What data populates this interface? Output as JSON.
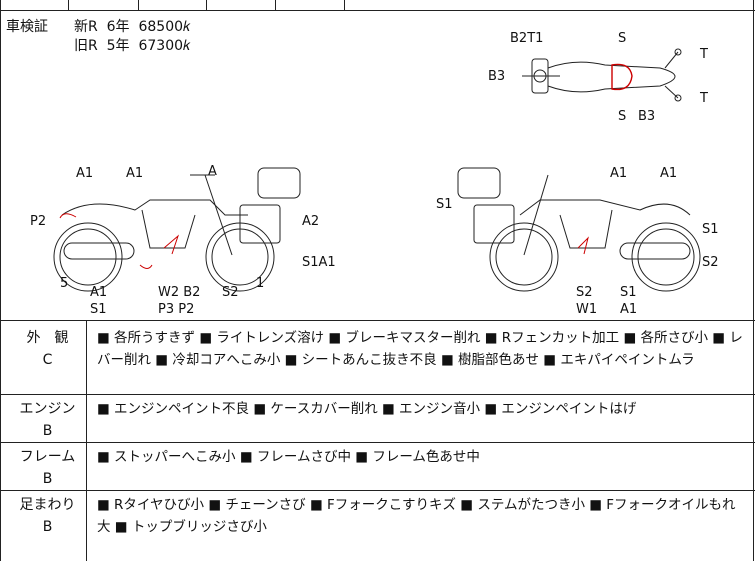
{
  "registration": {
    "label": "車検証",
    "rows": [
      {
        "type": "新R",
        "year": "6年",
        "price": "68500𝑘"
      },
      {
        "type": "旧R",
        "year": "5年",
        "price": "67300𝑘"
      }
    ]
  },
  "diagram_labels": {
    "top": [
      "B2T1",
      "B3",
      "S",
      "T",
      "T",
      "S",
      "B3"
    ],
    "left": [
      "A1",
      "A1",
      "A",
      "A2",
      "P2",
      "S1A1",
      "5",
      "A1",
      "S1",
      "W2 B2",
      "P3 P2",
      "S2",
      "1"
    ],
    "right": [
      "S1",
      "A1",
      "A1",
      "S1",
      "S2",
      "S2",
      "W1",
      "S1",
      "A1"
    ]
  },
  "sections": [
    {
      "category": "外　観",
      "grade": "C",
      "items": "■ 各所うすきず ■ ライトレンズ溶け ■ ブレーキマスター削れ ■ Rフェンカット加工 ■ 各所さび小 ■ レバー削れ ■ 冷却コアへこみ小 ■ シートあんこ抜き不良 ■ 樹脂部色あせ ■ エキパイペイントムラ"
    },
    {
      "category": "エンジン",
      "grade": "B",
      "items": "■ エンジンペイント不良 ■ ケースカバー削れ ■ エンジン音小 ■ エンジンペイントはげ"
    },
    {
      "category": "フレーム",
      "grade": "B",
      "items": "■ ストッパーへこみ小 ■ フレームさび中 ■ フレーム色あせ中"
    },
    {
      "category": "足まわり",
      "grade": "B",
      "items": "■ Rタイヤひび小 ■ チェーンさび ■ Fフォークこすりキズ ■ ステムがたつき小 ■ Fフォークオイルもれ大 ■ トップブリッジさび小"
    }
  ]
}
